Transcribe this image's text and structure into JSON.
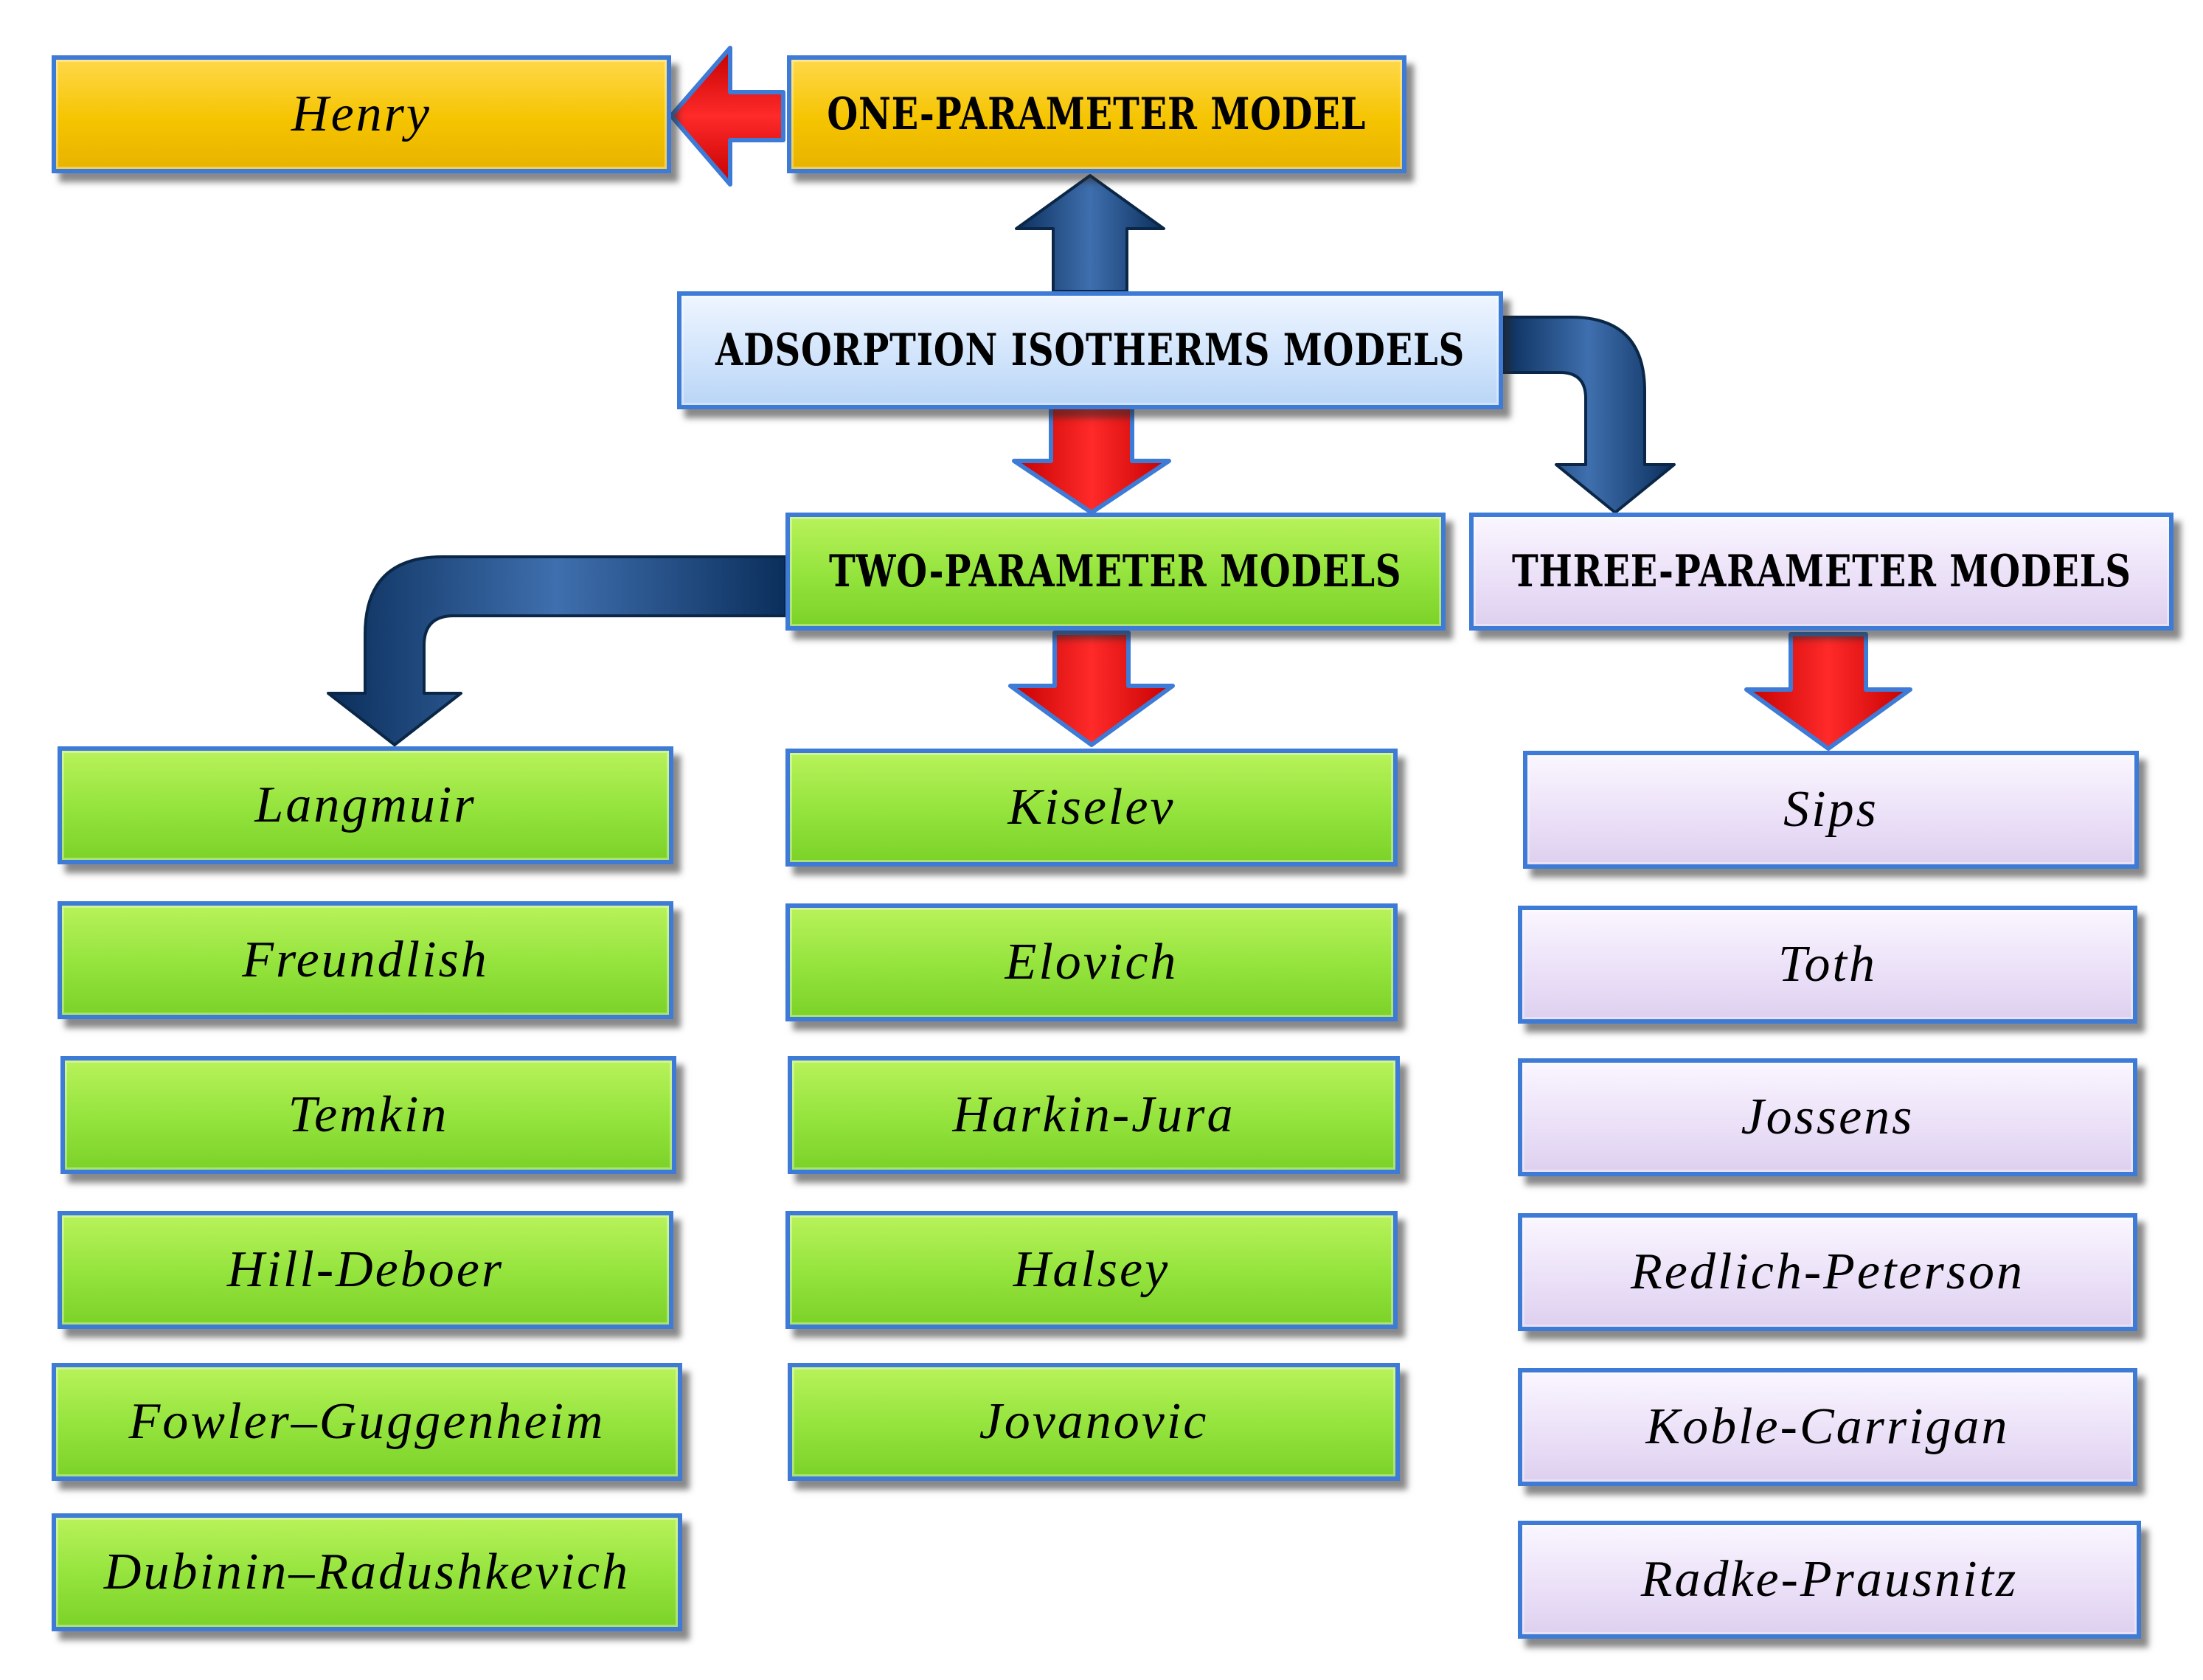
{
  "root": {
    "label": "ADSORPTION ISOTHERMS MODELS"
  },
  "one_parameter": {
    "label": "ONE-PARAMETER MODEL",
    "models": [
      "Henry"
    ]
  },
  "two_parameter": {
    "label": "TWO-PARAMETER MODELS",
    "models_left": [
      "Langmuir",
      "Freundlish",
      "Temkin",
      "Hill-Deboer",
      "Fowler–Guggenheim",
      "Dubinin–Radushkevich"
    ],
    "models_right": [
      "Kiselev",
      "Elovich",
      "Harkin-Jura",
      "Halsey",
      "Jovanovic"
    ]
  },
  "three_parameter": {
    "label": "THREE-PARAMETER MODELS",
    "models": [
      "Sips",
      "Toth",
      "Jossens",
      "Redlich-Peterson",
      "Koble-Carrigan",
      "Radke-Prausnitz"
    ]
  },
  "colors": {
    "one_parameter": "#f5c400",
    "root": "#cfe3fb",
    "two_parameter": "#93e33c",
    "three_parameter": "#eadff7",
    "border": "#3d7bd6",
    "red_arrow": "#ff1010",
    "navy_arrow": "#0e3a6e"
  }
}
